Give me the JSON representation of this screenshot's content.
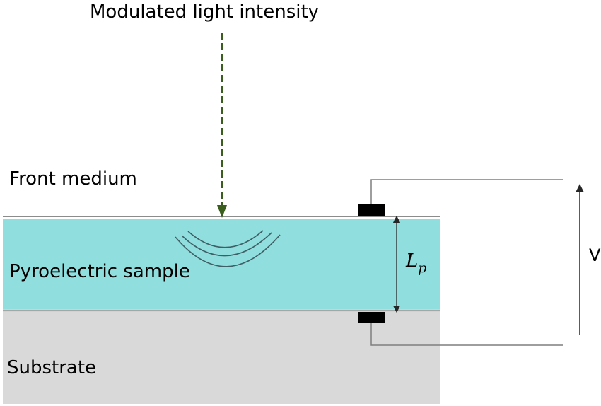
{
  "title": "Modulated light intensity",
  "layers": {
    "front_medium": {
      "label": "Front medium"
    },
    "pyroelectric_sample": {
      "label": "Pyroelectric sample",
      "color": "#90dede"
    },
    "substrate": {
      "label": "Substrate",
      "color": "#d9d9d9"
    }
  },
  "thickness_label": {
    "main": "L",
    "subscript": "p"
  },
  "voltage_label": "V",
  "colors": {
    "light_arrow": "#3b5e1f",
    "interface_line": "#a6a6a6",
    "electrode": "#000000",
    "wire": "#7f7f7f",
    "thermal_wave": "#3f5f66",
    "dimension_arrow": "#262626"
  }
}
